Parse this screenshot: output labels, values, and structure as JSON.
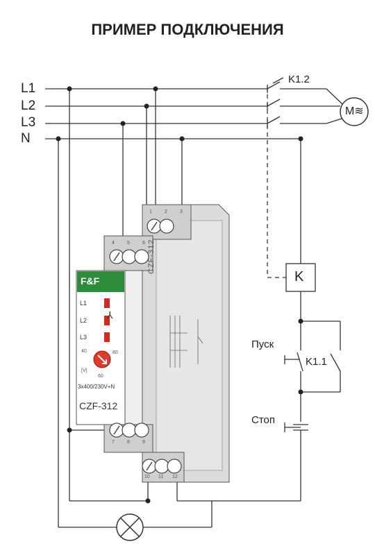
{
  "title": "ПРИМЕР ПОДКЛЮЧЕНИЯ",
  "lines": [
    "L1",
    "L2",
    "L3",
    "N"
  ],
  "contactor_main": "K1.2",
  "motor": "M≋",
  "coil": "K",
  "start_button": "Пуск",
  "hold_contact": "K1.1",
  "stop_button": "Стоп",
  "device": {
    "logo": "F&F",
    "model_side": "CZF-312",
    "model_front": "CZF-312",
    "indicators": [
      "L1",
      "L2",
      "L3"
    ],
    "phase_symbol": "⅄",
    "dial_values": [
      "40",
      "80",
      "60"
    ],
    "dial_unit": "[V]",
    "rating": "3x400/230V+N",
    "terminals_top_row1": [
      "1",
      "2",
      "3"
    ],
    "terminals_top_row2": [
      "4",
      "5",
      "6"
    ],
    "terminals_bottom_row1": [
      "7",
      "8",
      "9"
    ],
    "terminals_bottom_row2": [
      "10",
      "11",
      "12"
    ]
  }
}
